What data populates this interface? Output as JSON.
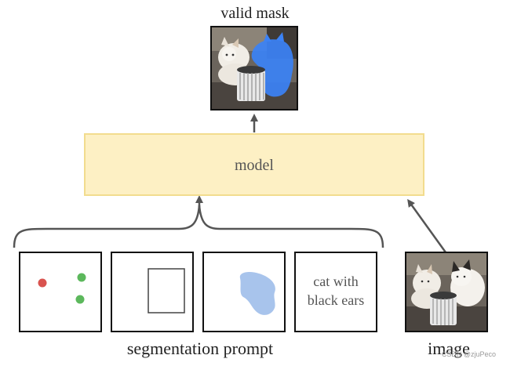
{
  "diagram": {
    "output_label": "valid mask",
    "model_label": "model",
    "prompt_group_label": "segmentation prompt",
    "image_label": "image",
    "text_prompt_lines": [
      "cat with",
      "black ears"
    ],
    "watermark": "CSDN @zjuPeco"
  },
  "colors": {
    "model_fill": "#fdf0c4",
    "model_border": "#f2dc8e",
    "arrow": "#555555",
    "point_red": "#d9534f",
    "point_green": "#5cb85c",
    "mask_blue": "#a8c4ec",
    "overlay_blue": "#3b82f6"
  },
  "prompt_kinds": [
    "points",
    "box",
    "mask",
    "text"
  ]
}
